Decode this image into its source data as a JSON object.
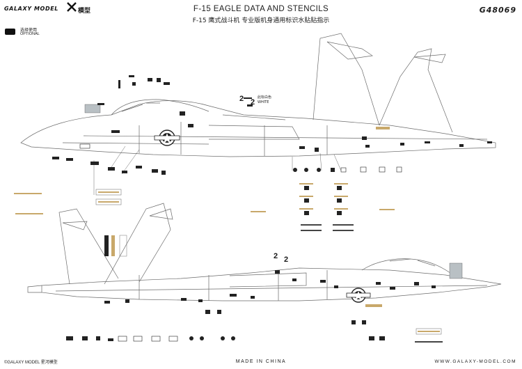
{
  "header": {
    "brand": "GALAXY MODEL",
    "brand_cn": "模型",
    "title": "F-15 EAGLE DATA AND STENCILS",
    "subtitle": "F-15 鹰式战斗机 专业版机身通用标识水贴贴指示",
    "code": "G48069"
  },
  "legend": {
    "label_cn": "选择使用",
    "label_en": "OPTIONAL"
  },
  "callouts": {
    "white_cn": "此标白色",
    "white_en": "WHITE",
    "number_2": "2"
  },
  "footer": {
    "copyright": "©GALAXY MODEL 星河模型",
    "made_in": "MADE IN CHINA",
    "website": "WWW.GALAXY-MODEL.COM"
  },
  "colors": {
    "line": "#6a6a6a",
    "stencil": "#222222",
    "tan": "#c8a86a",
    "gray_panel": "#b9c0c4"
  }
}
